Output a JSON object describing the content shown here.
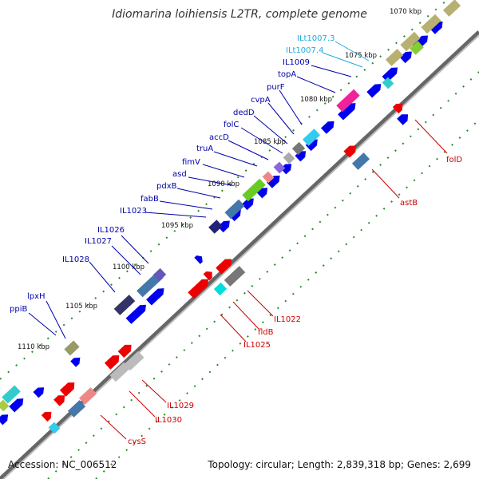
{
  "title": "Idiomarina loihiensis L2TR, complete genome",
  "footer": {
    "accession": "Accession: NC_006512",
    "topology": "Topology: circular; Length: 2,839,318 bp; Genes: 2,699"
  },
  "colors": {
    "backbone": "#808080",
    "forward_strand_genes": "#0000ee",
    "reverse_strand_genes": "#ee0000",
    "tick_marks": "#2a8a2a",
    "forward_label": "#0000aa",
    "reverse_label": "#cc0000",
    "trna_label": "#22aadd"
  },
  "kbp_ticks": [
    "1070 kbp",
    "1075 kbp",
    "1080 kbp",
    "1085 kbp",
    "1090 kbp",
    "1095 kbp",
    "1100 kbp",
    "1105 kbp",
    "1110 kbp"
  ],
  "gene_labels_upper": [
    "ILt1007.3",
    "ILt1007.4",
    "IL1009",
    "topA",
    "purF",
    "cvpA",
    "dedD",
    "folC",
    "accD",
    "truA",
    "fimV",
    "asd",
    "pdxB",
    "fabB",
    "IL1023",
    "IL1026",
    "IL1027",
    "IL1028",
    "lpxH",
    "ppiB"
  ],
  "gene_labels_lower": [
    "folD",
    "astB",
    "IL1022",
    "fldB",
    "IL1025",
    "IL1029",
    "IL1030",
    "cysS"
  ]
}
